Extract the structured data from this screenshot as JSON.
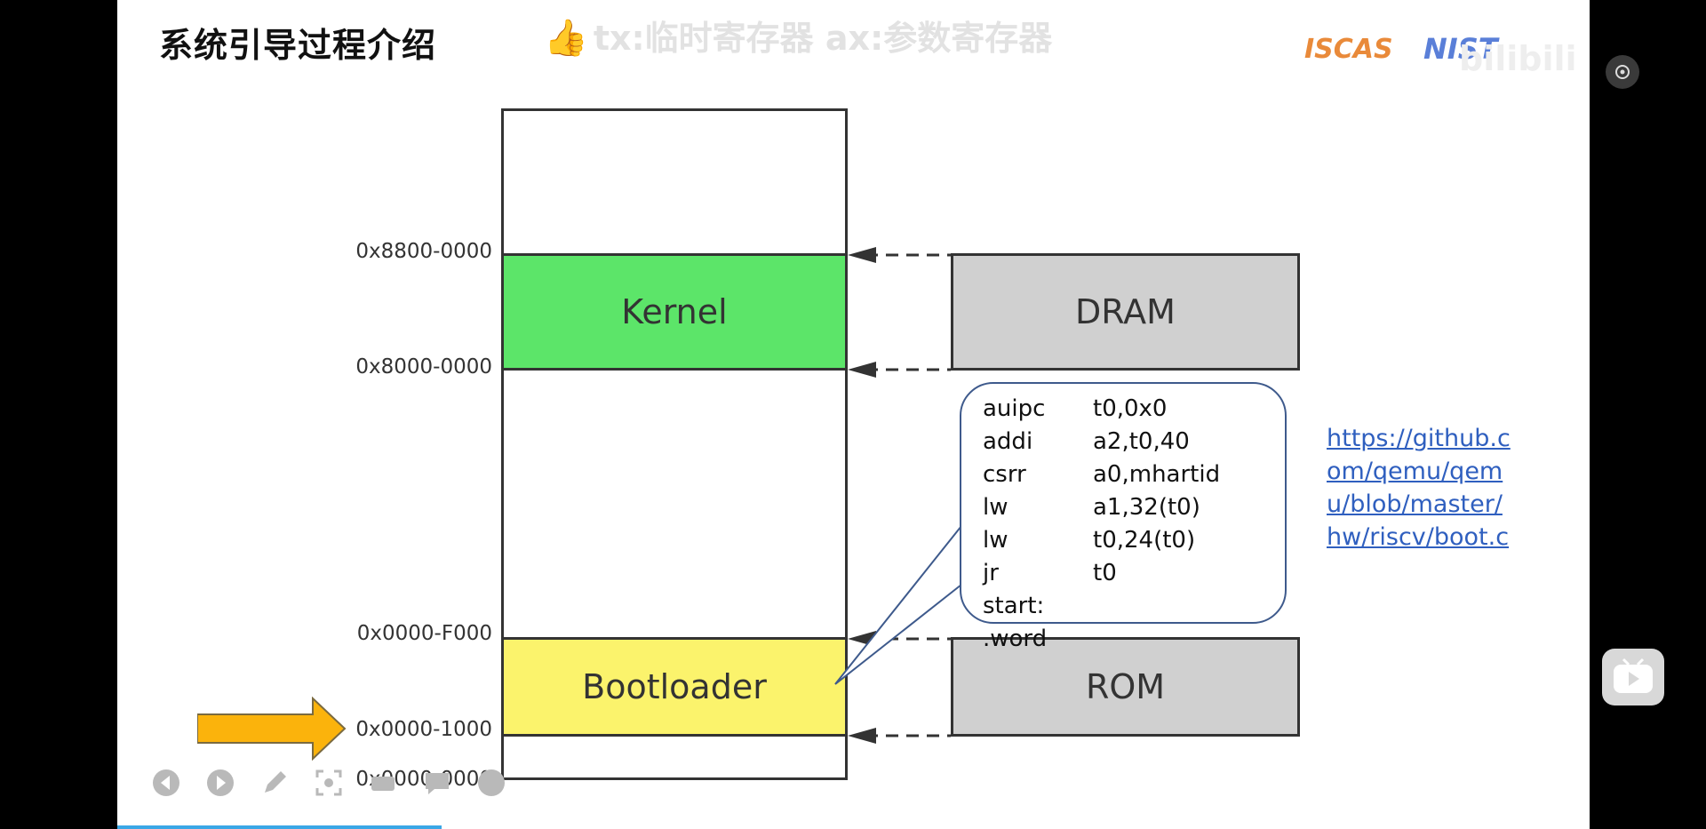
{
  "slide": {
    "title": "系统引导过程介绍",
    "danmaku": "tx:临时寄存器 ax:参数寄存器",
    "logos": {
      "iscas": "ISCAS",
      "nist": "NIST"
    },
    "watermark": "bilibili"
  },
  "memory_map": {
    "addresses": {
      "a8800": "0x8800-0000",
      "a8000": "0x8000-0000",
      "aF000": "0x0000-F000",
      "a1000": "0x0000-1000",
      "a0000": "0x0000-0000"
    },
    "regions": {
      "kernel": "Kernel",
      "bootloader": "Bootloader",
      "dram": "DRAM",
      "rom": "ROM"
    },
    "colors": {
      "kernel": "#5ce569",
      "bootloader": "#fbf36c",
      "device": "#d0d0d0",
      "arrow": "#fbb30c"
    }
  },
  "code": {
    "lines": [
      {
        "op": "auipc",
        "args": "t0,0x0"
      },
      {
        "op": "addi",
        "args": "a2,t0,40"
      },
      {
        "op": "csrr",
        "args": "a0,mhartid"
      },
      {
        "op": "lw",
        "args": "a1,32(t0)"
      },
      {
        "op": "lw",
        "args": "t0,24(t0)"
      },
      {
        "op": "jr",
        "args": "t0"
      },
      {
        "op": "start: .word",
        "args": ""
      }
    ]
  },
  "link": {
    "lines": [
      "https://github.c",
      "om/qemu/qem",
      "u/blob/master/",
      "hw/riscv/boot.c"
    ]
  },
  "toolbar": {
    "icons": [
      "prev-icon",
      "next-icon",
      "pen-icon",
      "screenshot-icon",
      "laser-icon",
      "comment-icon",
      "more-icon"
    ]
  },
  "progress": {
    "fraction": 0.22
  }
}
